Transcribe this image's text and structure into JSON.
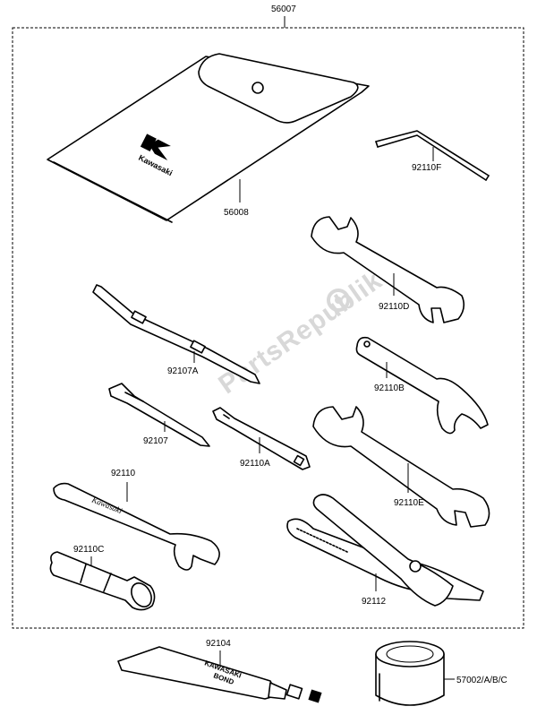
{
  "watermark": "PartsRepublik",
  "labels": {
    "kit": "56007",
    "pouch": "56008",
    "hex_key": "92110F",
    "wrench_d": "92110D",
    "screwdriver_handle": "92107A",
    "hook_wrench": "92110B",
    "screwdriver": "92107",
    "flat_wrench": "92110A",
    "wrench_e": "92110E",
    "wrench": "92110",
    "spark_plug_wrench": "92110C",
    "pliers": "92112",
    "bond_tube": "92104",
    "tin": "57002/A/B/C"
  },
  "imprints": {
    "pouch_brand": "Kawasaki",
    "tube_brand": "KAWASAKI",
    "tube_product": "BOND",
    "wrench_brand": "Kawasaki"
  }
}
